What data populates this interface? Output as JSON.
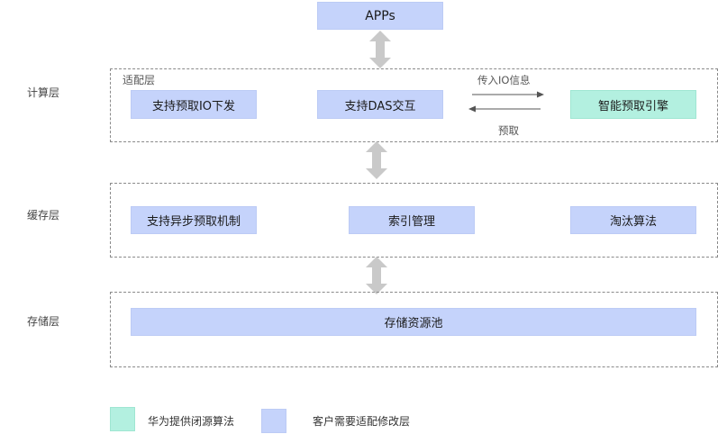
{
  "top": {
    "apps": "APPs"
  },
  "layers": {
    "compute": {
      "label": "计算层",
      "adapter_label": "适配层",
      "boxes": [
        "支持预取IO下发",
        "支持DAS交互",
        "智能预取引擎"
      ],
      "arrow_top_label": "传入IO信息",
      "arrow_bottom_label": "预取"
    },
    "cache": {
      "label": "缓存层",
      "boxes": [
        "支持异步预取机制",
        "索引管理",
        "淘汰算法"
      ]
    },
    "storage": {
      "label": "存储层",
      "box": "存储资源池"
    }
  },
  "legend": {
    "items": [
      {
        "label": "华为提供闭源算法",
        "color": "#b3f0e0"
      },
      {
        "label": "客户需要适配修改层",
        "color": "#c5d3fb"
      }
    ]
  },
  "colors": {
    "blue_box": "#c5d3fb",
    "teal_box": "#b3f0e0",
    "arrow_gray": "#c9c9c9"
  }
}
